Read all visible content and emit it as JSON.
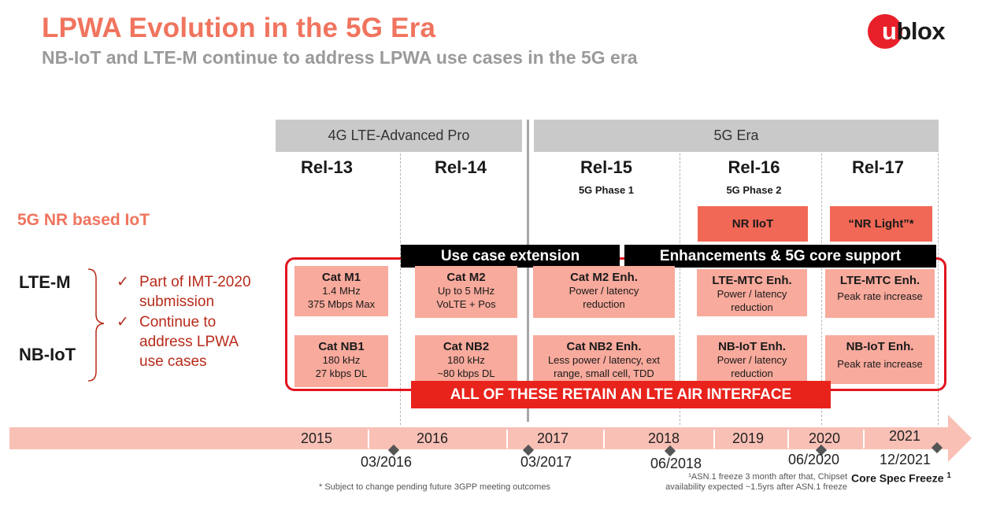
{
  "header": {
    "title": "LPWA Evolution in the 5G Era",
    "subtitle": "NB-IoT and LTE-M continue to address LPWA use cases in the 5G era",
    "logo_text": "ublox"
  },
  "eras": [
    {
      "label": "4G LTE-Advanced Pro"
    },
    {
      "label": "5G Era"
    }
  ],
  "releases": [
    {
      "label": "Rel-13",
      "phase": ""
    },
    {
      "label": "Rel-14",
      "phase": ""
    },
    {
      "label": "Rel-15",
      "phase": "5G Phase 1"
    },
    {
      "label": "Rel-16",
      "phase": "5G Phase 2"
    },
    {
      "label": "Rel-17",
      "phase": ""
    }
  ],
  "nr_iot": {
    "label": "5G NR based IoT",
    "boxes": [
      "NR IIoT",
      "“NR Light”*"
    ]
  },
  "bars": {
    "use_case": "Use case extension",
    "enhancements": "Enhancements & 5G core support",
    "air_interface": "ALL OF THESE RETAIN AN LTE AIR INTERFACE"
  },
  "rows": {
    "ltem": "LTE-M",
    "nbiot": "NB-IoT"
  },
  "bullets": [
    {
      "text1": "Part of IMT-2020",
      "text2": "submission"
    },
    {
      "text1": "Continue to",
      "text2": "address LPWA",
      "text3": "use cases"
    }
  ],
  "ltem_cells": [
    {
      "title": "Cat M1",
      "l1": "1.4 MHz",
      "l2": "375 Mbps Max"
    },
    {
      "title": "Cat M2",
      "l1": "Up to 5 MHz",
      "l2": "VoLTE + Pos"
    },
    {
      "title": "Cat M2 Enh.",
      "l1": "Power / latency",
      "l2": "reduction"
    },
    {
      "title": "LTE-MTC Enh.",
      "l1": "Power / latency",
      "l2": "reduction"
    },
    {
      "title": "LTE-MTC Enh.",
      "l1": "Peak rate increase",
      "l2": ""
    }
  ],
  "nbiot_cells": [
    {
      "title": "Cat NB1",
      "l1": "180 kHz",
      "l2": "27 kbps DL"
    },
    {
      "title": "Cat NB2",
      "l1": "180 kHz",
      "l2": "~80 kbps DL"
    },
    {
      "title": "Cat NB2 Enh.",
      "l1": "Less power / latency, ext",
      "l2": "range, small cell, TDD"
    },
    {
      "title": "NB-IoT Enh.",
      "l1": "Power / latency",
      "l2": "reduction"
    },
    {
      "title": "NB-IoT Enh.",
      "l1": "Peak rate increase",
      "l2": ""
    }
  ],
  "timeline": {
    "years": [
      "2015",
      "2016",
      "2017",
      "2018",
      "2019",
      "2020",
      "2021"
    ],
    "milestones": [
      "03/2016",
      "03/2017",
      "06/2018",
      "06/2020",
      "12/2021"
    ],
    "core_freeze": "Core Spec Freeze",
    "core_freeze_sup": "1"
  },
  "footnotes": {
    "left": "* Subject to change pending future  3GPP meeting outcomes",
    "right1": "¹ASN.1 freeze 3 month after that, Chipset",
    "right2": "availability expected ~1.5yrs after ASN.1 freeze"
  },
  "colors": {
    "accent": "#f0745e",
    "red": "#e3141d",
    "cell": "#f8aa9c",
    "nr_box": "#f26856",
    "timeline": "#f9c0b6",
    "bullet_text": "#b82a1a"
  }
}
